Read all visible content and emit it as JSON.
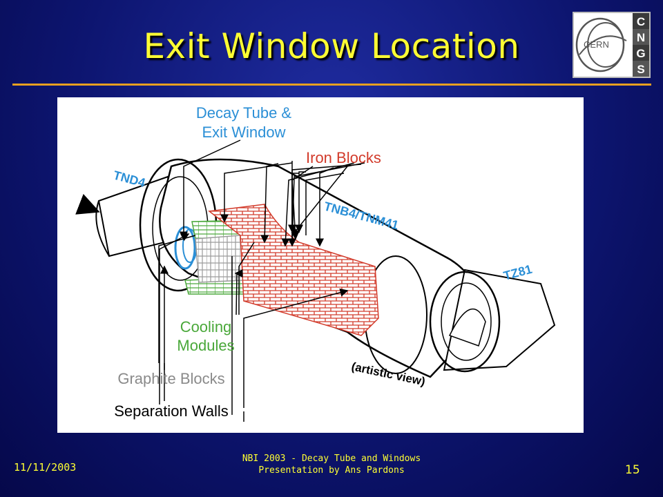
{
  "slide": {
    "title": "Exit Window Location",
    "logo_text": "CERN",
    "logo_letters": [
      "C",
      "N",
      "G",
      "S"
    ]
  },
  "figure": {
    "labels": {
      "decay_tube_line1": "Decay Tube &",
      "decay_tube_line2": "Exit Window",
      "iron_blocks": "Iron Blocks",
      "tnd4": "TND4",
      "tnb4": "TNB4/TNM41",
      "tz81": "TZ81",
      "artistic_view": "(artistic view)",
      "cooling_line1": "Cooling",
      "cooling_line2": "Modules",
      "graphite_blocks": "Graphite Blocks",
      "separation_walls": "Separation Walls"
    },
    "colors": {
      "decay_tube": "#2b8fd6",
      "iron_blocks": "#d23a2a",
      "cooling_modules": "#4aa83a",
      "graphite_blocks": "#8a8a8a",
      "separation_walls": "#000000"
    }
  },
  "footer": {
    "date": "11/11/2003",
    "center_line1": "NBI 2003 - Decay Tube and Windows",
    "center_line2": "Presentation by Ans Pardons",
    "page": "15"
  }
}
